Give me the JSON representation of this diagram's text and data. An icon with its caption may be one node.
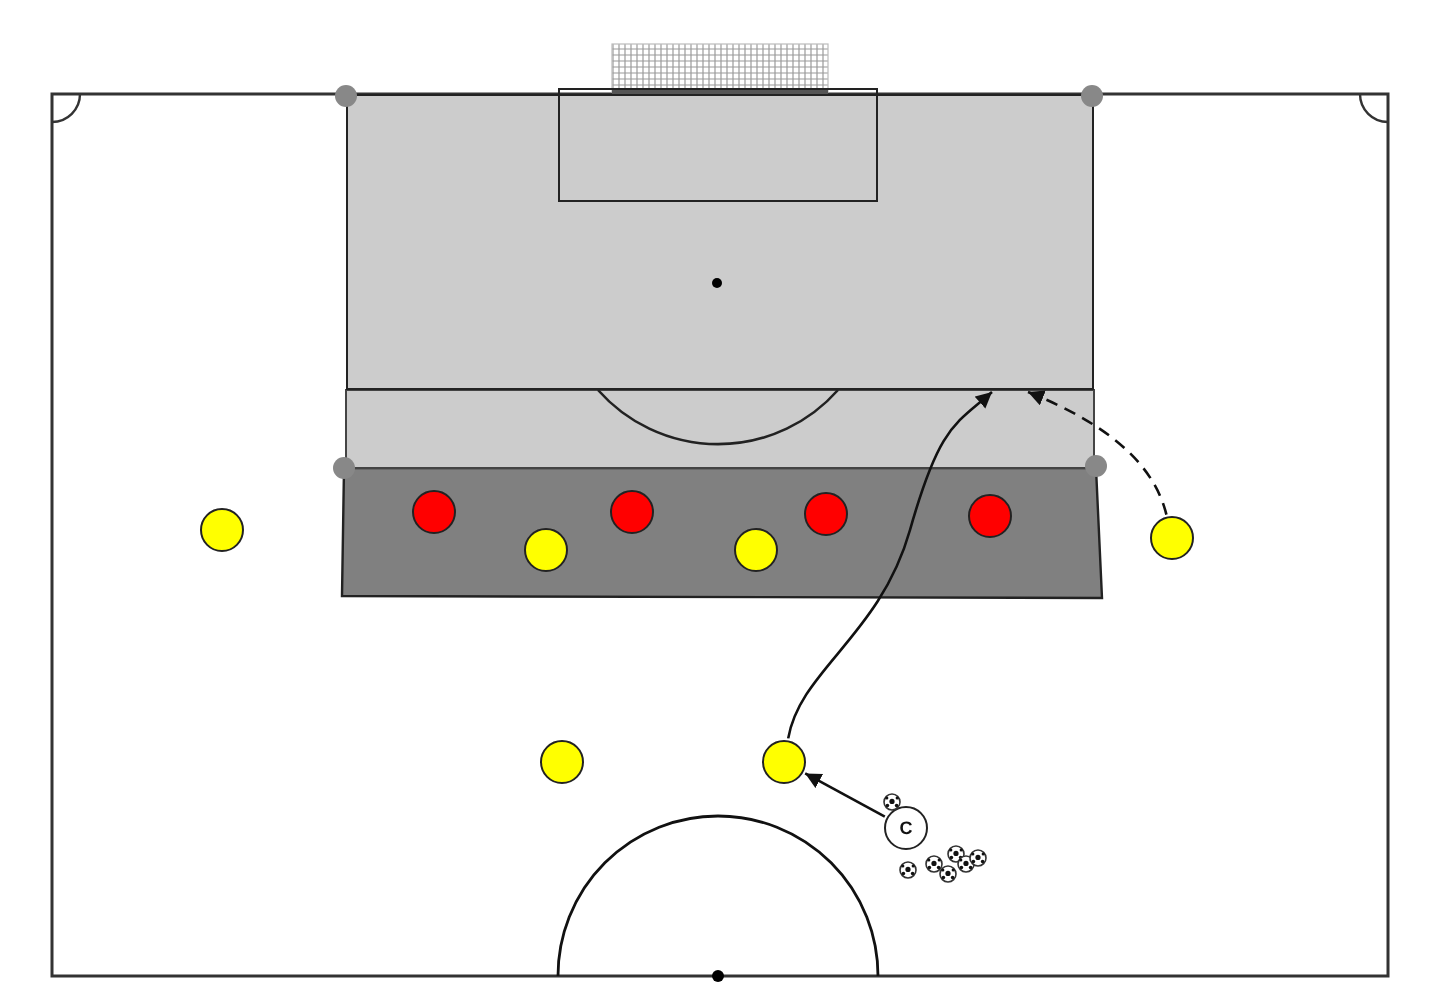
{
  "diagram": {
    "nodes": [
      {
        "text": [],
        "shape": "box"
      },
      {
        "text": [],
        "shape": "box",
        "in": 0
      },
      {
        "text": [],
        "shape": "circle"
      },
      {
        "text": [],
        "shape": "circle"
      },
      {
        "text": [],
        "shape": "circle"
      },
      {
        "text": [],
        "shape": "circle"
      },
      {
        "text": [],
        "shape": "circle"
      },
      {
        "text": [],
        "shape": "circle"
      },
      {
        "text": [],
        "shape": "circle"
      },
      {
        "text": [],
        "shape": "circle"
      },
      {
        "text": [],
        "shape": "circle"
      },
      {
        "text": [],
        "shape": "circle"
      },
      {
        "text": [
          "C"
        ]
      }
    ],
    "edges": [
      {
        "from": 12,
        "to": 11,
        "arrow": "to"
      },
      {
        "from": 11,
        "to": 0,
        "arrow": "to"
      },
      {
        "from": 9,
        "to": 0,
        "arrow": "to",
        "style": "dashed"
      }
    ]
  }
}
